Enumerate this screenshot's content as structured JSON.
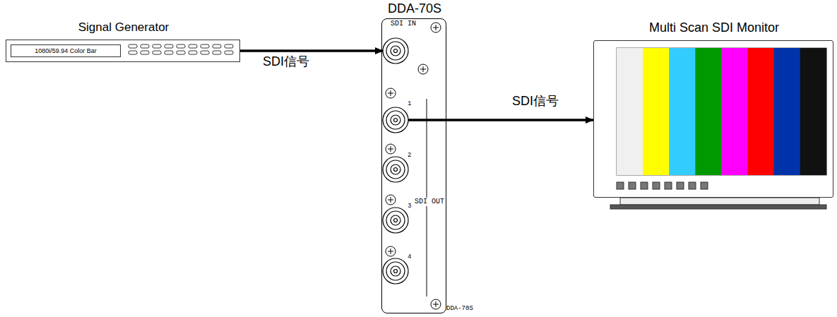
{
  "diagram": {
    "nodes": [
      {
        "text": [
          "Signal Generator"
        ]
      },
      {
        "text": [
          "1080i/59.94 Color Bar"
        ],
        "in": 0
      },
      {
        "text": [
          "DDA-70S"
        ]
      },
      {
        "text": [
          "Multi Scan SDI Monitor"
        ]
      }
    ],
    "edges": [
      {
        "from": 0,
        "to": 2,
        "label": "SDI信号",
        "arrow": "to"
      },
      {
        "from": 2,
        "to": 3,
        "label": "SDI信号",
        "arrow": "to"
      }
    ],
    "labels": [
      "SDI IN",
      "1",
      "2",
      "3",
      "4",
      "SDI OUT",
      "DDA-70S"
    ]
  }
}
